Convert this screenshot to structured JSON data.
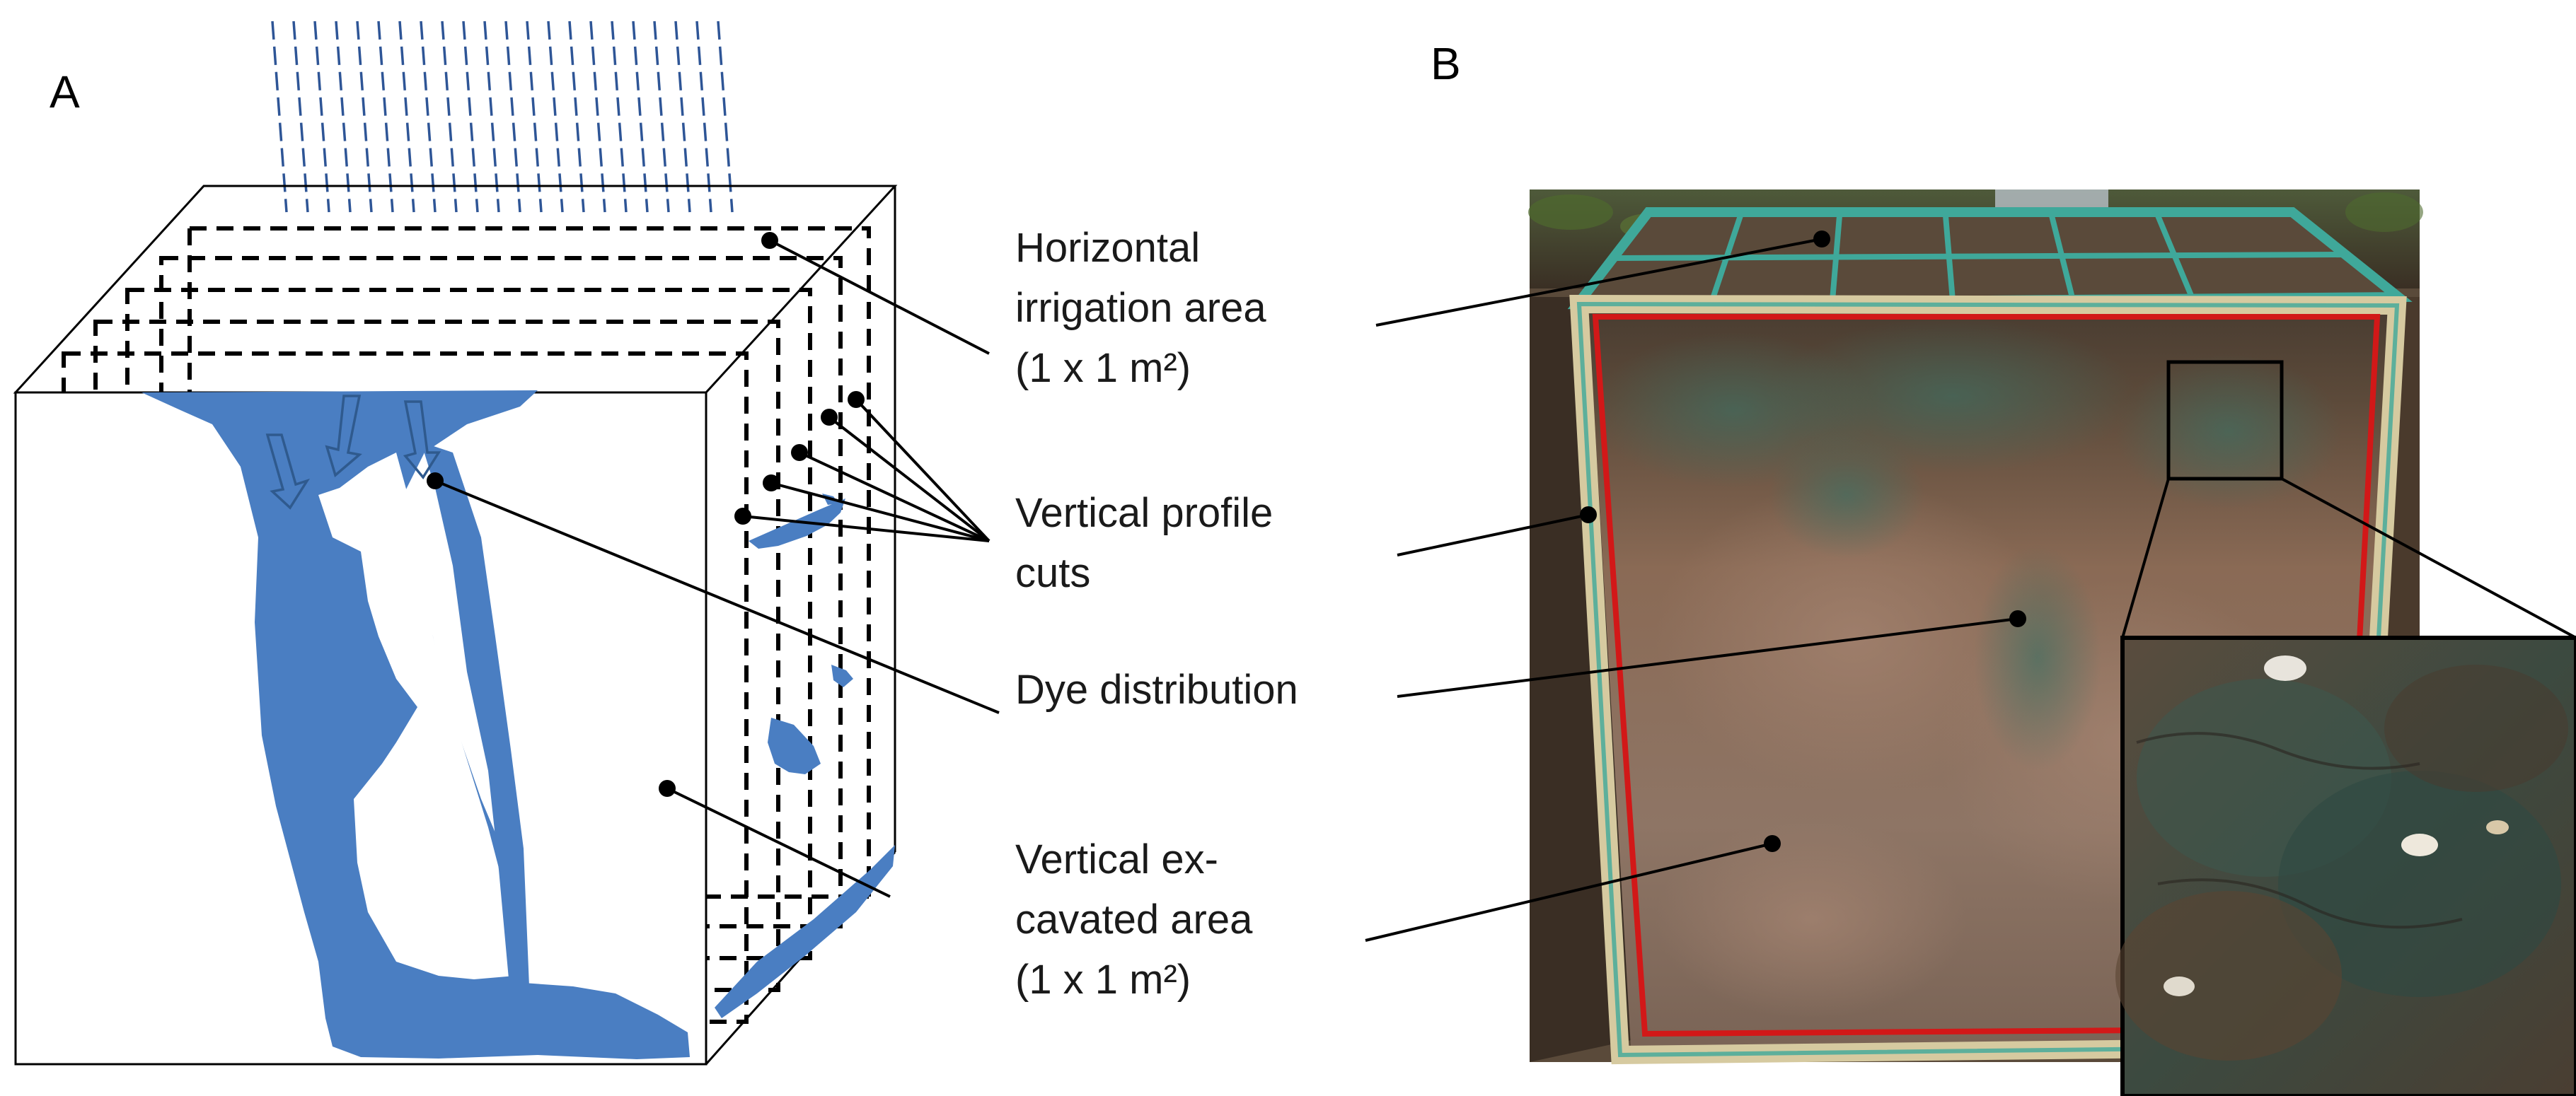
{
  "panels": {
    "a": {
      "letter": "A"
    },
    "b": {
      "letter": "B"
    }
  },
  "labels": {
    "irrigation": [
      "Horizontal",
      "irrigation area",
      "(1 x 1 m²)"
    ],
    "profile_cuts": [
      "Vertical profile",
      "cuts"
    ],
    "dye": [
      "Dye distribution"
    ],
    "excavated": [
      "Vertical ex-",
      "cavated area",
      "(1 x 1 m²)"
    ]
  },
  "colors": {
    "dye_blue": "#4a7ec2",
    "rain_blue": "#2e5596",
    "frame_red": "#d21818",
    "frame_green": "#3fa89a",
    "soil_brown": "#7a5a44"
  },
  "photo": {
    "description_icon": "soil-profile-photo",
    "inset_icon": "magnified-inset"
  }
}
